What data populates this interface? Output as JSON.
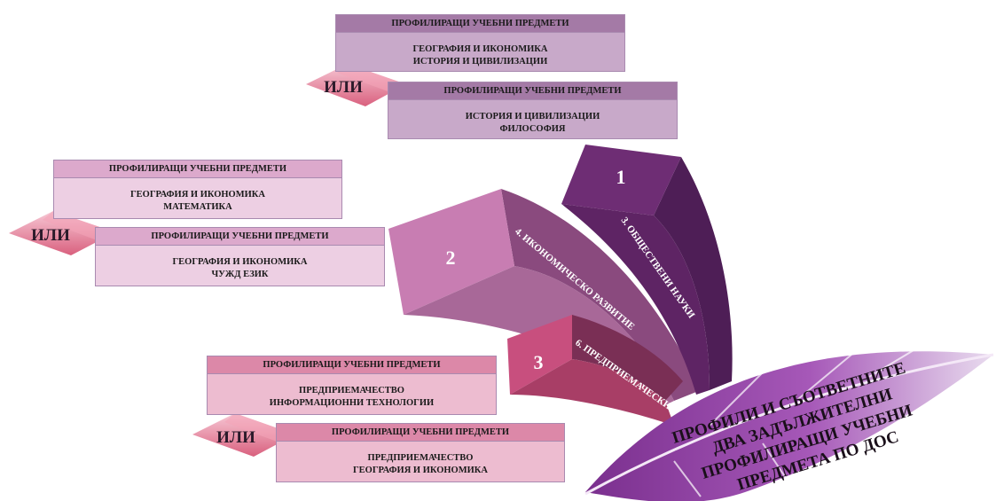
{
  "cards": [
    {
      "header": "ПРОФИЛИРАЩИ УЧЕБНИ ПРЕДМЕТИ",
      "line1": "ГЕОГРАФИЯ И ИКОНОМИКА",
      "line2": "ИСТОРИЯ И ЦИВИЛИЗАЦИИ"
    },
    {
      "header": "ПРОФИЛИРАЩИ УЧЕБНИ ПРЕДМЕТИ",
      "line1": "ИСТОРИЯ И ЦИВИЛИЗАЦИИ",
      "line2": "ФИЛОСОФИЯ"
    },
    {
      "header": "ПРОФИЛИРАЩИ УЧЕБНИ ПРЕДМЕТИ",
      "line1": "ГЕОГРАФИЯ И ИКОНОМИКА",
      "line2": "МАТЕМАТИКА"
    },
    {
      "header": "ПРОФИЛИРАЩИ УЧЕБНИ ПРЕДМЕТИ",
      "line1": "ГЕОГРАФИЯ И ИКОНОМИКА",
      "line2": "ЧУЖД ЕЗИК"
    },
    {
      "header": "ПРОФИЛИРАЩИ УЧЕБНИ ПРЕДМЕТИ",
      "line1": "ПРЕДПРИЕМАЧЕСТВО",
      "line2": "ИНФОРМАЦИОННИ ТЕХНОЛОГИИ"
    },
    {
      "header": "ПРОФИЛИРАЩИ УЧЕБНИ ПРЕДМЕТИ",
      "line1": "ПРЕДПРИЕМАЧЕСТВО",
      "line2": "ГЕОГРАФИЯ И ИКОНОМИКА"
    }
  ],
  "or_labels": [
    "ИЛИ",
    "ИЛИ",
    "ИЛИ"
  ],
  "branches": [
    {
      "number": "1",
      "label": "3. ОБЩЕСТВЕНИ НАУКИ"
    },
    {
      "number": "2",
      "label": "4. ИКОНОМИЧЕСКО РАЗВИТИЕ"
    },
    {
      "number": "3",
      "label": "6. ПРЕДПРИЕМАЧЕСКИ"
    }
  ],
  "feather": {
    "line1": "ПРОФИЛИ И СЪОТВЕТНИТЕ",
    "line2": "ДВА ЗАДЪЛЖИТЕЛНИ",
    "line3": "ПРОФИЛИРАЩИ УЧЕБНИ",
    "line4": "ПРЕДМЕТА ПО ДОС"
  },
  "colors": {
    "card_hdr_1": "#a47aa6",
    "card_body_1": "#c8a9c9",
    "card_hdr_2": "#dca9cc",
    "card_body_2": "#edcfe3",
    "card_hdr_3": "#dc88a8",
    "card_body_3": "#edbcd0",
    "branch_1": "#6e2d74",
    "branch_2": "#c87db2",
    "branch_3": "#c84f7e",
    "feather": "#9a4aaa"
  }
}
